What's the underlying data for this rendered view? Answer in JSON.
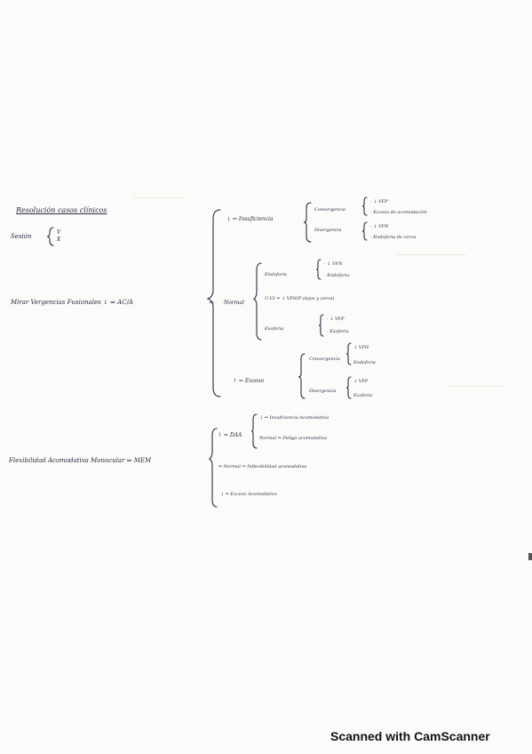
{
  "notes": {
    "title": "Resolución casos clínicos",
    "signos": {
      "label": "Sesión",
      "a": "V",
      "b": "X"
    },
    "mirar_vergencias": {
      "label": "Mirar Vergencias Fusionales ↓ ⇒ AC/A",
      "low": {
        "label": "↓ ⇒ Insuficiencia",
        "convergencia": "Convergencia",
        "divergencia": "Divergencia",
        "conv_items": [
          "- ↓ VFP",
          "- Exceso de acomodación"
        ],
        "div_items": [
          "- ↓ VFN",
          "- Endoforia de cerca"
        ]
      },
      "normal": {
        "label": "Normal",
        "endoforia": "Endoforia",
        "endo_items": [
          "- ↓ VFN",
          "- Endoforia"
        ],
        "uvi": "U.V.I ⇒ ↓ VFN/P (lejos y cerca)",
        "exoforia": "Exoforia",
        "exo_items": [
          "- ↓ VFP",
          "- Exoforia"
        ]
      },
      "high": {
        "label": "↑ ⇒ Exceso",
        "convergencia": "Convergencia",
        "divergencia": "Divergencia",
        "conv_items": [
          "↓ VFN",
          "Endoforia"
        ],
        "div_items": [
          "↓ VFP",
          "Exoforia"
        ]
      }
    },
    "flexibilidad": {
      "label": "Flexibilidad Acomodativa Monocular ⇒ MEM",
      "high_label": "↑ ⇒ DAA",
      "high_items": [
        "↓ ⇒ Insuficiencia Acomodativa",
        "Normal ⇒ Fatiga acomodativa"
      ],
      "normal": "⇒ Normal ⇒ Inflexibilidad acomodativa",
      "low": "↓ ⇒ Exceso Acomodativo"
    }
  },
  "footer": "Scanned with CamScanner"
}
